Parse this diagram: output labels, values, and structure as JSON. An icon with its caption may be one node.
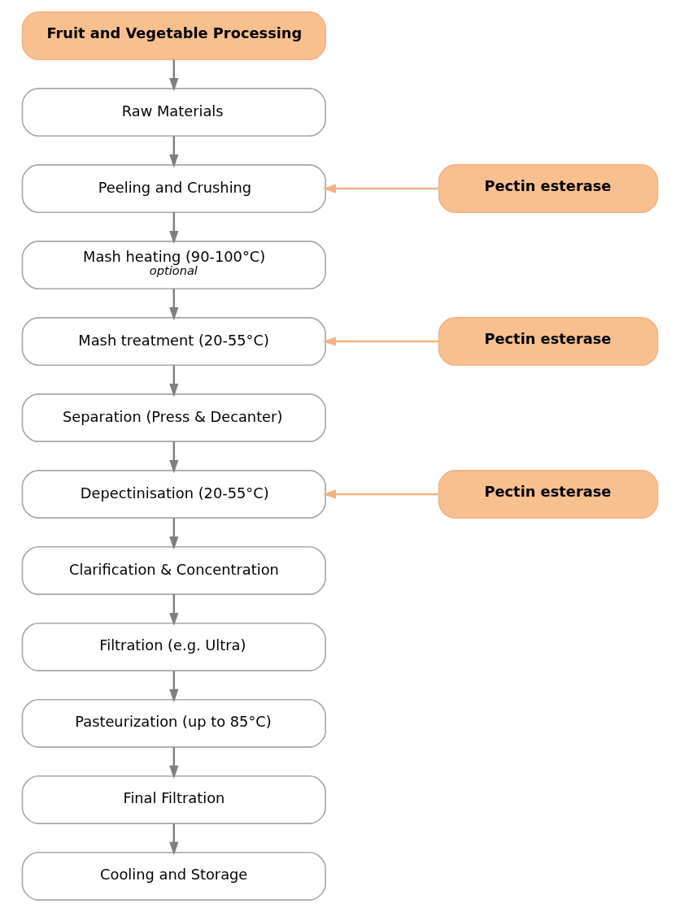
{
  "diagram": {
    "nodes": [
      {
        "text": [
          "Fruit and Vegetable Processing"
        ]
      },
      {
        "text": [
          "Raw Materials"
        ]
      },
      {
        "text": [
          "Peeling and Crushing"
        ]
      },
      {
        "text": [
          "Mash heating (90-100°C)",
          "optional"
        ]
      },
      {
        "text": [
          "Mash treatment (20-55°C)"
        ]
      },
      {
        "text": [
          "Separation (Press & Decanter)"
        ]
      },
      {
        "text": [
          "Depectinisation (20-55°C)"
        ]
      },
      {
        "text": [
          "Clarification & Concentration"
        ]
      },
      {
        "text": [
          "Filtration (e.g. Ultra)"
        ]
      },
      {
        "text": [
          "Pasteurization (up to 85°C)"
        ]
      },
      {
        "text": [
          "Final Filtration"
        ]
      },
      {
        "text": [
          "Cooling and Storage"
        ]
      },
      {
        "text": [
          "Pectin esterase"
        ]
      },
      {
        "text": [
          "Pectin esterase"
        ]
      },
      {
        "text": [
          "Pectin esterase"
        ]
      }
    ],
    "edges": [
      {
        "from": 0,
        "to": 1,
        "arrow": "to"
      },
      {
        "from": 1,
        "to": 2,
        "arrow": "to"
      },
      {
        "from": 2,
        "to": 3,
        "arrow": "to"
      },
      {
        "from": 3,
        "to": 4,
        "arrow": "to"
      },
      {
        "from": 4,
        "to": 5,
        "arrow": "to"
      },
      {
        "from": 5,
        "to": 6,
        "arrow": "to"
      },
      {
        "from": 6,
        "to": 7,
        "arrow": "to"
      },
      {
        "from": 7,
        "to": 8,
        "arrow": "to"
      },
      {
        "from": 8,
        "to": 9,
        "arrow": "to"
      },
      {
        "from": 9,
        "to": 10,
        "arrow": "to"
      },
      {
        "from": 10,
        "to": 11,
        "arrow": "to"
      },
      {
        "from": 12,
        "to": 2,
        "arrow": "to",
        "color": "#f4b183"
      },
      {
        "from": 13,
        "to": 4,
        "arrow": "to",
        "color": "#f4b183"
      },
      {
        "from": 14,
        "to": 6,
        "arrow": "to",
        "color": "#f4b183"
      }
    ]
  }
}
